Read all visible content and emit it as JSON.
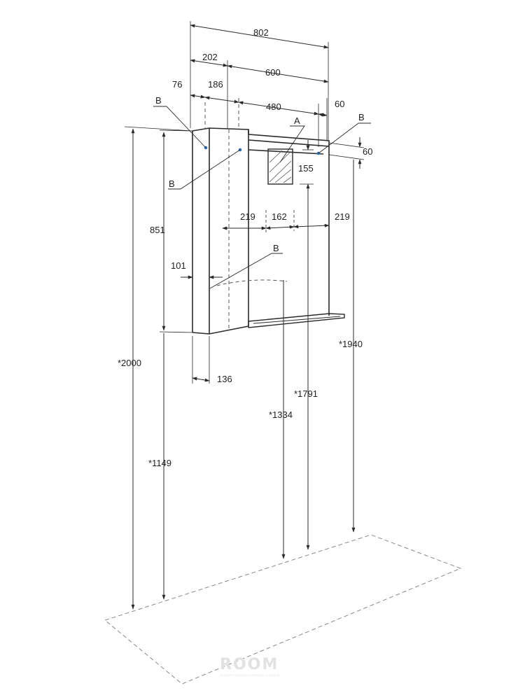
{
  "dimensions": {
    "overall_width": "802",
    "side_cabinet_width": "202",
    "mirror_width": "600",
    "offset_76": "76",
    "dim_186": "186",
    "dim_480": "480",
    "dim_60_top": "60",
    "dim_60_right": "60",
    "dim_155": "155",
    "dim_219_left": "219",
    "dim_162": "162",
    "dim_219_right": "219",
    "height_851": "851",
    "dim_101": "101",
    "depth_136": "136",
    "height_2000": "*2000",
    "height_1940": "*1940",
    "height_1791": "*1791",
    "height_1334": "*1334",
    "height_1149": "*1149"
  },
  "callouts": {
    "a_light": "A",
    "b_top_left": "B",
    "b_top_right": "B",
    "b_mid": "B",
    "b_lower": "B"
  },
  "watermark": {
    "logo": "ROOM",
    "tagline": "интернет-магазин сантехники и мебели"
  },
  "colors": {
    "line": "#2a2a2a",
    "hidden_line": "#555555",
    "point": "#2f6fb3"
  }
}
